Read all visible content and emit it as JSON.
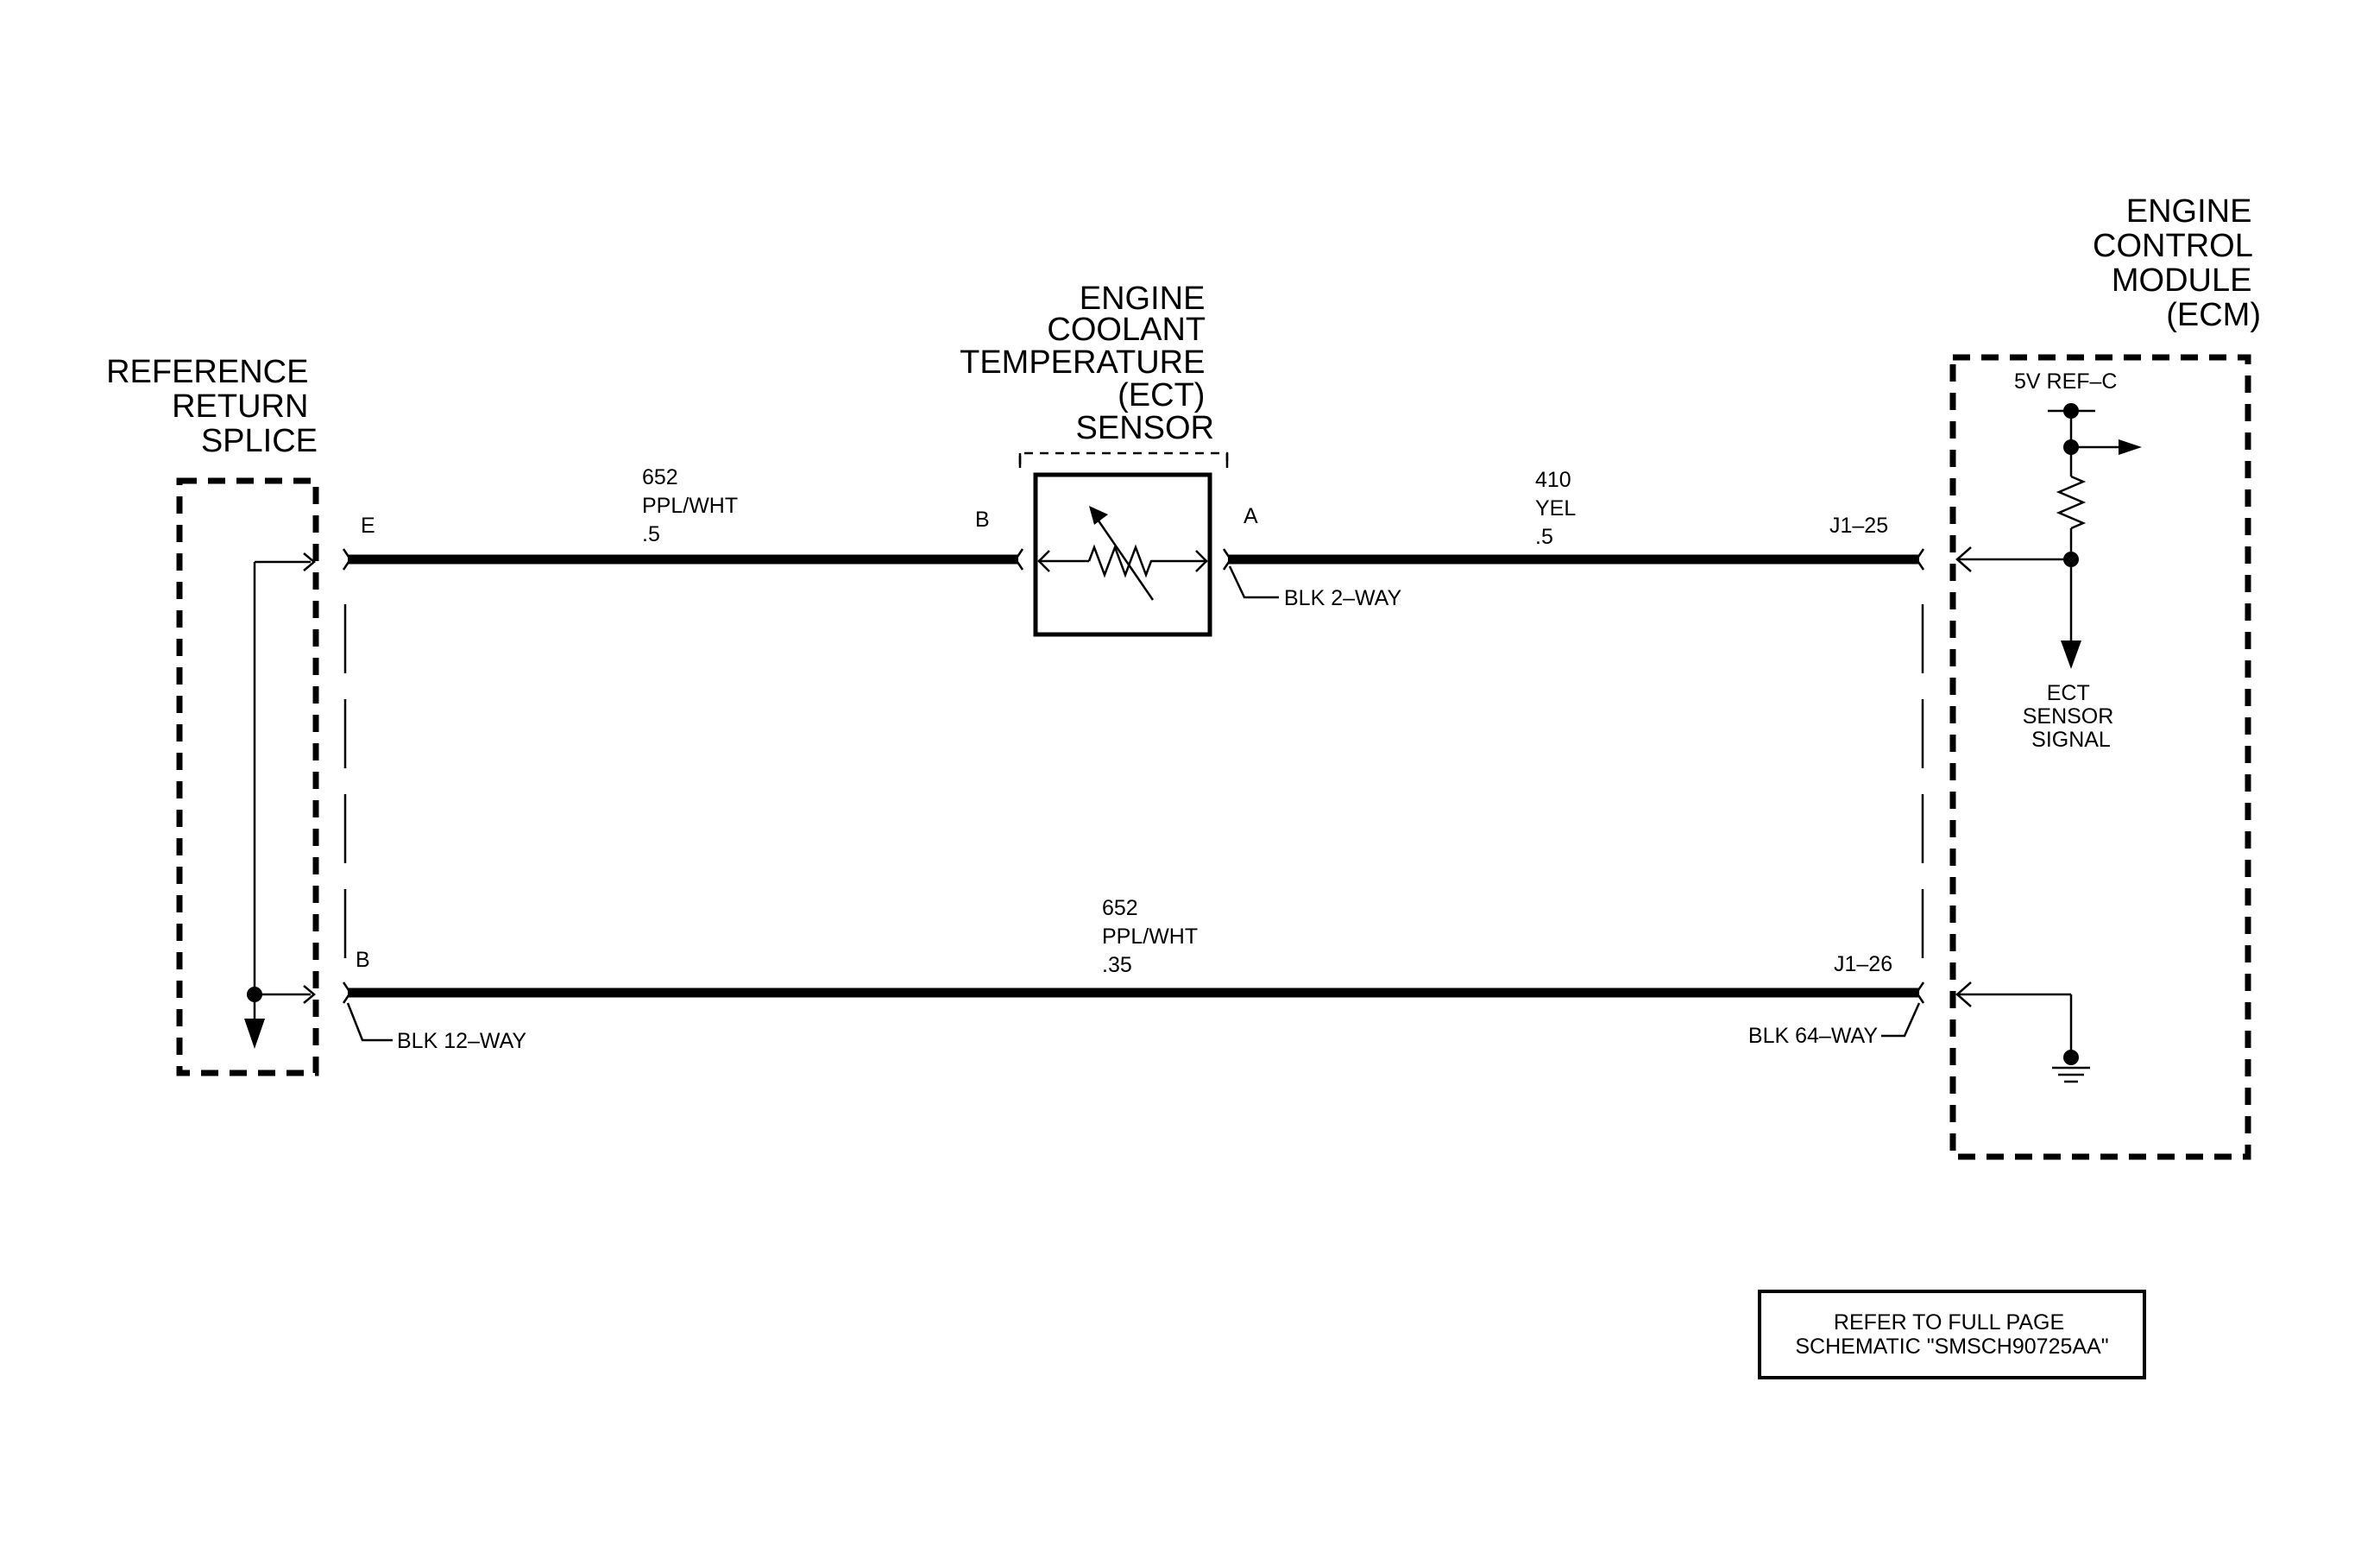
{
  "components": {
    "ref_return_splice": {
      "title": [
        "REFERENCE",
        "RETURN",
        "SPLICE"
      ]
    },
    "ect_sensor": {
      "title": [
        "ENGINE",
        "COOLANT",
        "TEMPERATURE",
        "(ECT)",
        "SENSOR"
      ]
    },
    "ecm": {
      "title": [
        "ENGINE",
        "CONTROL",
        "MODULE",
        "(ECM)"
      ]
    }
  },
  "pins": {
    "splice_top": "E",
    "splice_bottom": "B",
    "sensor_left": "B",
    "sensor_right": "A",
    "ecm_top": "J1–25",
    "ecm_bottom": "J1–26"
  },
  "connectors": {
    "sensor": "BLK 2–WAY",
    "splice": "BLK 12–WAY",
    "ecm": "BLK 64–WAY"
  },
  "wires": {
    "top_left": {
      "circuit": "652",
      "color": "PPL/WHT",
      "gauge": ".5"
    },
    "top_right": {
      "circuit": "410",
      "color": "YEL",
      "gauge": ".5"
    },
    "bottom": {
      "circuit": "652",
      "color": "PPL/WHT",
      "gauge": ".35"
    }
  },
  "ecm_internal": {
    "ref_voltage": "5V REF–C",
    "signal_label": [
      "ECT",
      "SENSOR",
      "SIGNAL"
    ]
  },
  "note": [
    "REFER TO FULL PAGE",
    "SCHEMATIC \"SMSCH90725AA\""
  ]
}
